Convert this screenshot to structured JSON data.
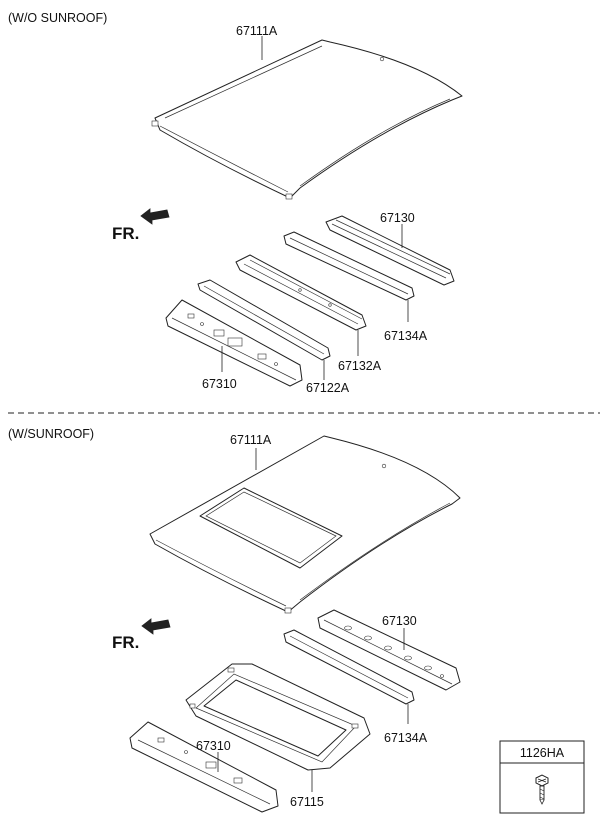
{
  "sections": {
    "top_title": "(W/O SUNROOF)",
    "bottom_title": "(W/SUNROOF)"
  },
  "labels": {
    "roof_top": "67111A",
    "rail_130_top": "67130",
    "rail_134a_top": "67134A",
    "rail_132a": "67132A",
    "rail_122a": "67122A",
    "rail_310_top": "67310",
    "fr_top": "FR.",
    "roof_bottom": "67111A",
    "rail_130_bottom": "67130",
    "rail_134a_bottom": "67134A",
    "rail_310_bottom": "67310",
    "frame_115": "67115",
    "fr_bottom": "FR.",
    "part_box": "1126HA"
  }
}
